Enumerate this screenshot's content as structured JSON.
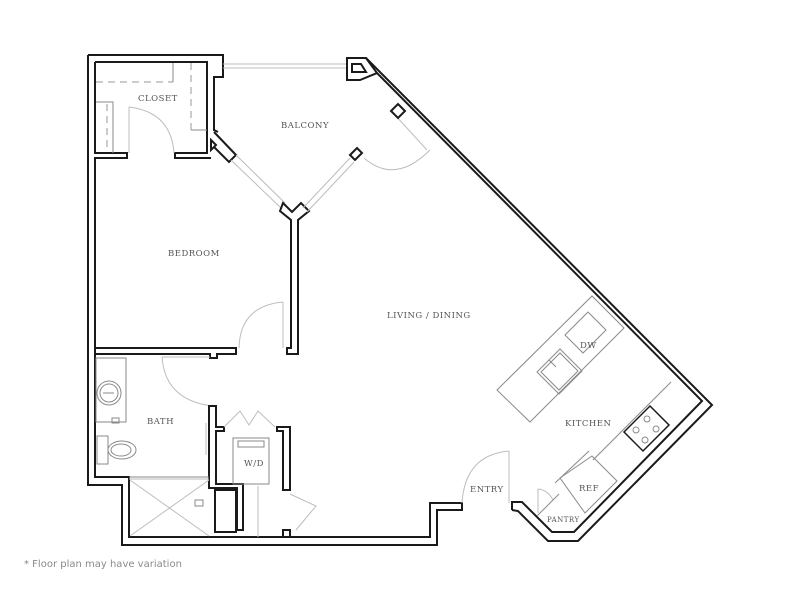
{
  "plan": {
    "rooms": {
      "closet": "CLOSET",
      "balcony": "BALCONY",
      "bedroom": "BEDROOM",
      "living_dining": "LIVING / DINING",
      "dw": "DW",
      "bath": "BATH",
      "kitchen": "KITCHEN",
      "wd": "W/D",
      "entry": "ENTRY",
      "ref": "REF",
      "pantry": "PANTRY"
    },
    "footnote": "* Floor plan may have variation"
  },
  "colors": {
    "wall": "#1a1a1a",
    "fixture": "#8a8a8a",
    "label": "#555555",
    "footnote": "#8a8a8a",
    "background": "#ffffff"
  }
}
